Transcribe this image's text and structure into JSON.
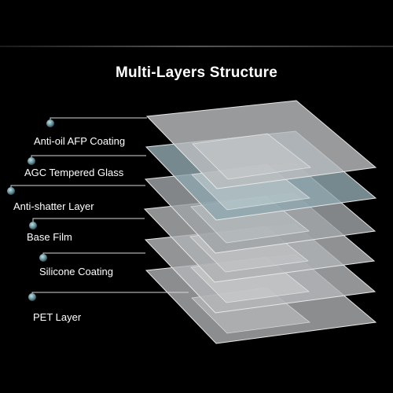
{
  "title": "Multi-Layers Structure",
  "layers": [
    {
      "label": "Anti-oil AFP Coating",
      "fill": "#b9bcbe",
      "highlight": "#c8cacc"
    },
    {
      "label": "AGC Tempered Glass",
      "fill": "#8fa7ae",
      "highlight": "#c4d2d6"
    },
    {
      "label": "Anti-shatter Layer",
      "fill": "#9fa3a6",
      "highlight": "#c0c4c6"
    },
    {
      "label": "Base Film",
      "fill": "#aeb1b3",
      "highlight": "#c9cbcc"
    },
    {
      "label": "Silicone Coating",
      "fill": "#b2b5b7",
      "highlight": "#cfd1d2"
    },
    {
      "label": "PET Layer",
      "fill": "#a9acae",
      "highlight": "#c6c8c9"
    }
  ],
  "colors": {
    "background": "#000000",
    "text": "#ffffff",
    "dot": "#6f9aa3",
    "line": "#d8d8d8"
  }
}
